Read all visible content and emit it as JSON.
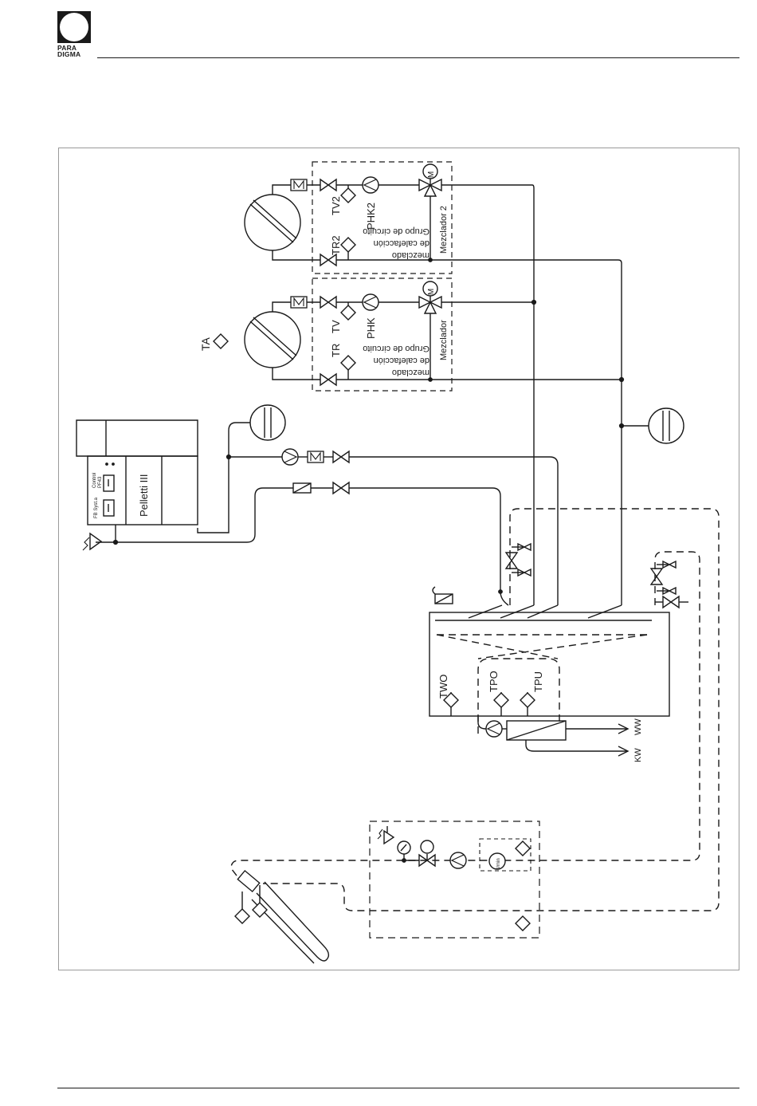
{
  "brand": {
    "line1": "PARA",
    "line2": "DIGMA"
  },
  "labels": {
    "tv2": "TV2",
    "tr2": "TR2",
    "phk2": "PHK2",
    "mezclador2": "Mezclador 2",
    "group_line1": "Grupo de circuito",
    "group_line2": "de calefacción",
    "group_line3": "mezclado",
    "motor": "M",
    "tv": "TV",
    "tr": "TR",
    "phk": "PHK",
    "mezclador": "Mezclador",
    "ta": "TA",
    "boiler_name": "Pelletti III",
    "control_line1": "Control",
    "control_line2": "PF43",
    "fb_syst": "FB Syst.a",
    "two": "TWO",
    "tpo": "TPO",
    "tpu": "TPU",
    "ww": "WW",
    "kw": "KW",
    "lmin": "l/min"
  }
}
